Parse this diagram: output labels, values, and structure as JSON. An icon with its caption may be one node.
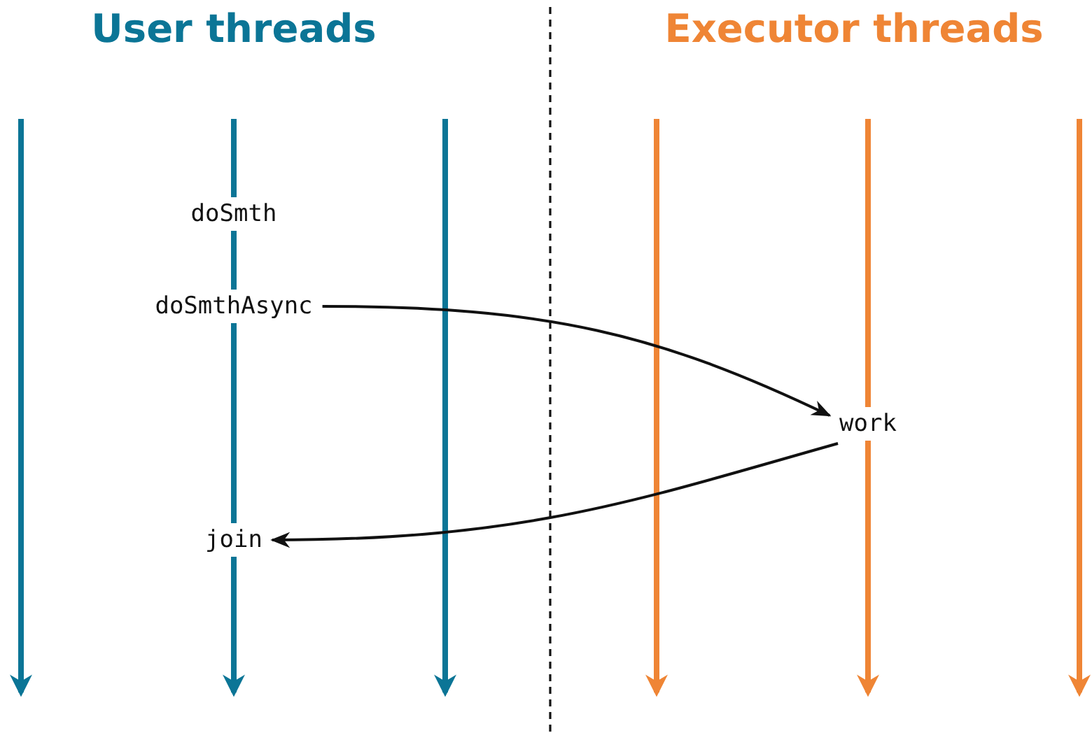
{
  "diagram": {
    "nodes": [
      {
        "text": [
          "doSmth"
        ]
      },
      {
        "text": [
          "doSmthAsync"
        ]
      },
      {
        "text": [
          "work"
        ]
      },
      {
        "text": [
          "join"
        ]
      }
    ],
    "edges": [
      {
        "from": 1,
        "to": 2,
        "arrow": "to"
      },
      {
        "from": 2,
        "to": 3,
        "arrow": "to"
      }
    ],
    "labels": [
      "User threads",
      "Executor threads"
    ]
  }
}
